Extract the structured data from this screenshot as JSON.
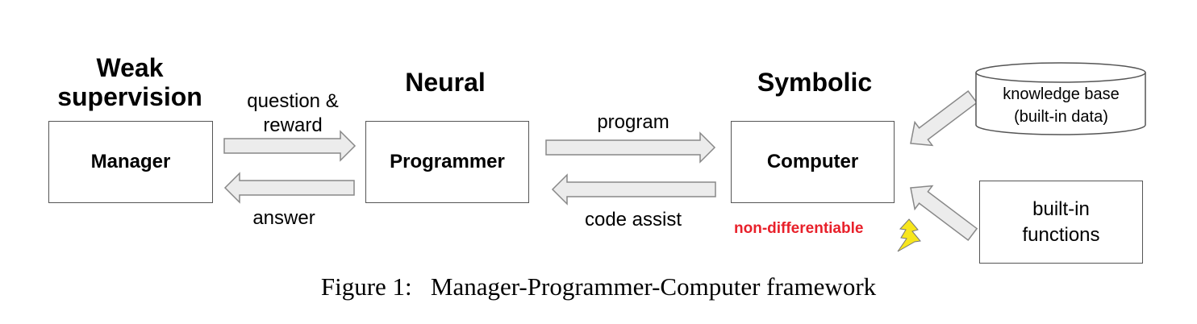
{
  "headings": {
    "weak_supervision": "Weak supervision",
    "neural": "Neural",
    "symbolic": "Symbolic"
  },
  "boxes": {
    "manager": "Manager",
    "programmer": "Programmer",
    "computer": "Computer",
    "knowledge_base": "knowledge base (built-in data)",
    "builtin_functions": "built-in functions"
  },
  "edges": {
    "question_reward": "question & reward",
    "answer": "answer",
    "program": "program",
    "code_assist": "code assist"
  },
  "annotations": {
    "non_differentiable": "non-differentiable",
    "lightning_icon": "lightning-bolt-icon",
    "lightning_color": "#f7e61d"
  },
  "caption": "Figure 1:   Manager-Programmer-Computer framework"
}
